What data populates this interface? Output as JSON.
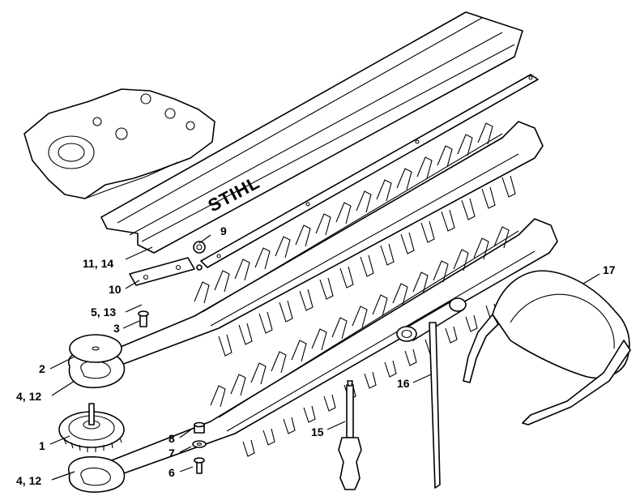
{
  "brand_text": "STIHL",
  "callouts": {
    "c9": "9",
    "c11_14": "11, 14",
    "c10": "10",
    "c5_13": "5, 13",
    "c3": "3",
    "c2": "2",
    "c4_12_top": "4, 12",
    "c1": "1",
    "c8": "8",
    "c7": "7",
    "c6": "6",
    "c4_12_bottom": "4, 12",
    "c15": "15",
    "c16": "16",
    "c17": "17"
  }
}
